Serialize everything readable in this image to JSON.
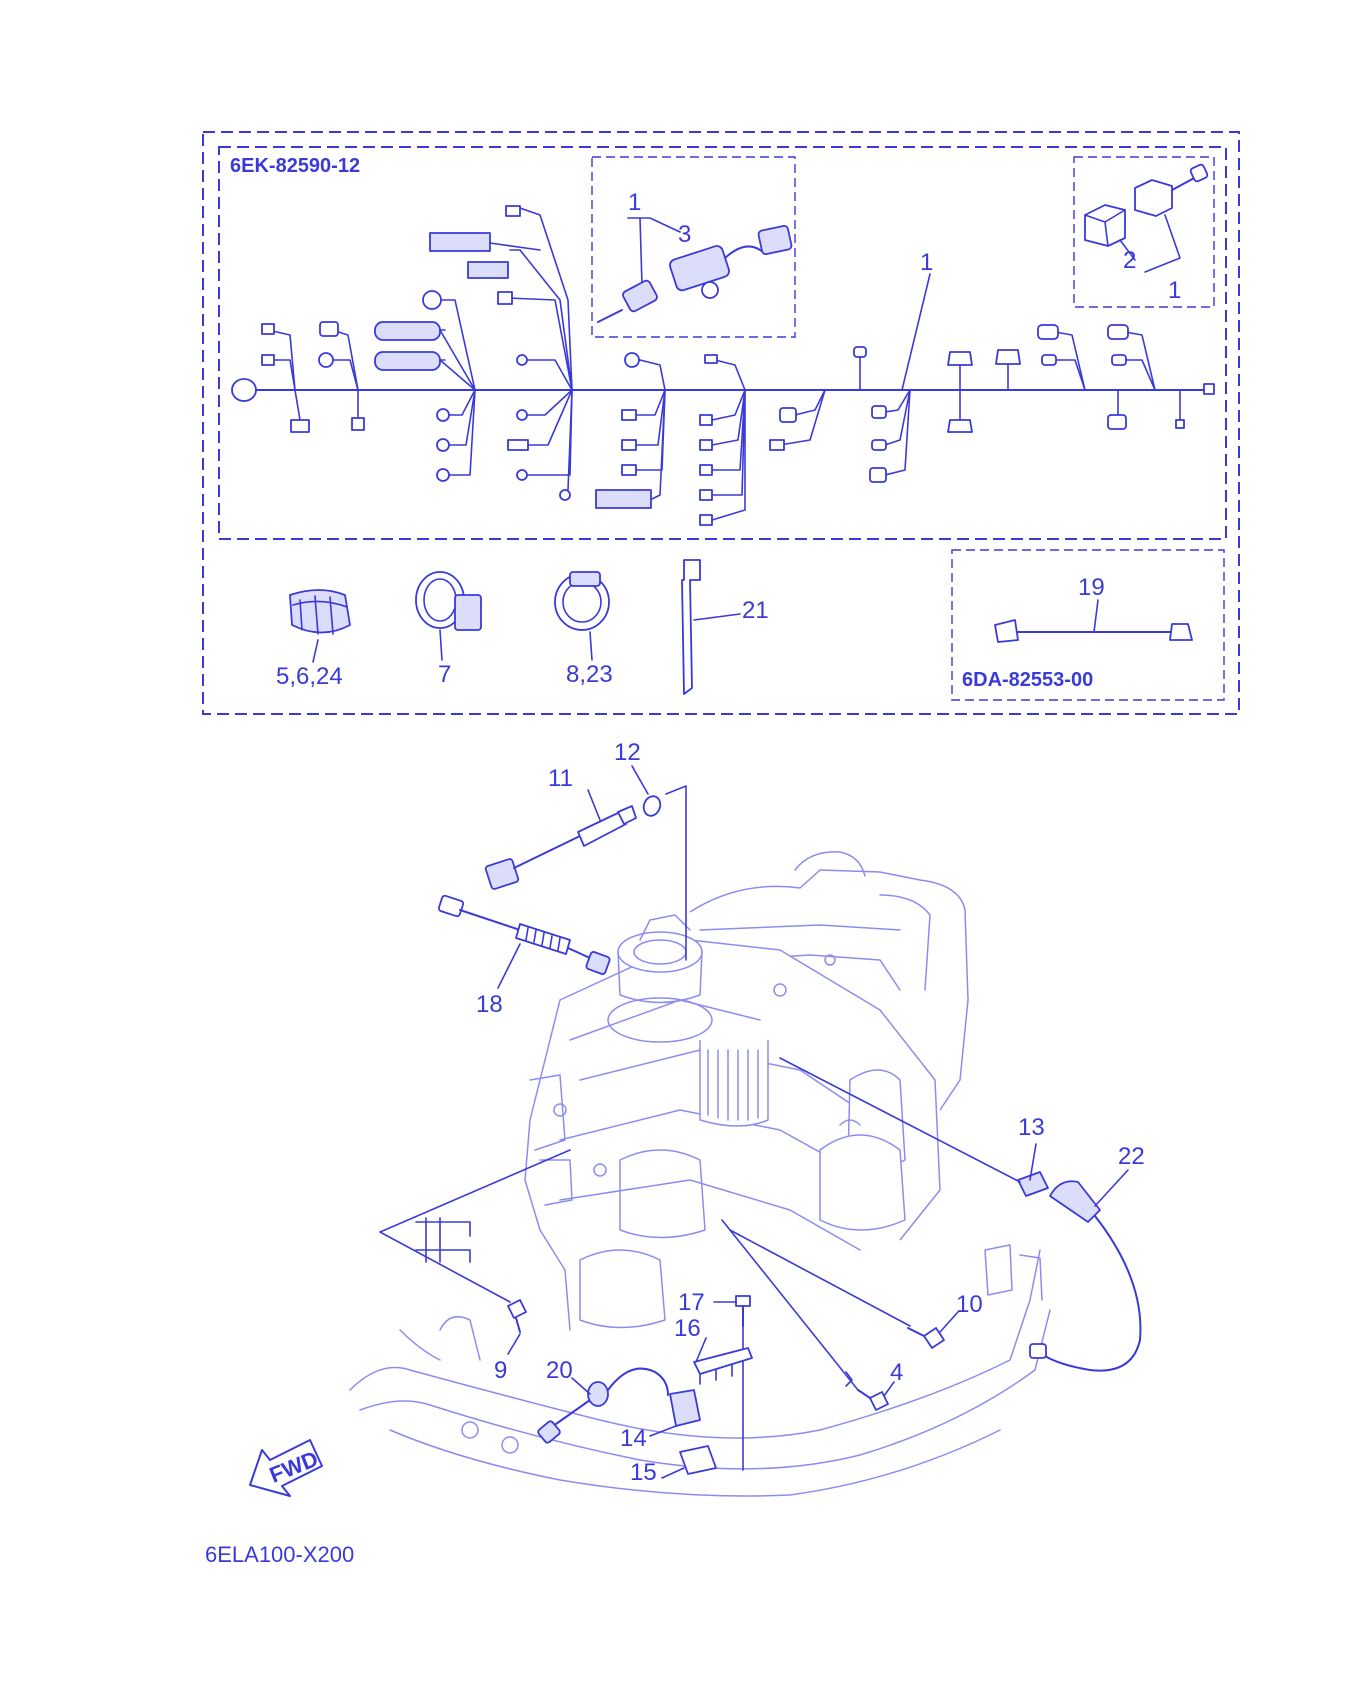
{
  "assembly_codes": {
    "harness": "6EK-82590-12",
    "sub_lead": "6DA-82553-00",
    "drawing": "6ELA100-X200"
  },
  "callouts": {
    "c1_main": "1",
    "c1_inset": "1",
    "c3": "3",
    "c1_right": "1",
    "c2": "2",
    "c_5_6_24": "5,6,24",
    "c7": "7",
    "c_8_23": "8,23",
    "c21": "21",
    "c19": "19",
    "c12": "12",
    "c11": "11",
    "c18": "18",
    "c13": "13",
    "c22": "22",
    "c10": "10",
    "c17": "17",
    "c16": "16",
    "c9": "9",
    "c20": "20",
    "c4": "4",
    "c14": "14",
    "c15": "15"
  },
  "fwd_label": "FWD",
  "colors": {
    "line": "#3a3ad8",
    "engine": "#8c8cf0",
    "background": "#ffffff"
  }
}
